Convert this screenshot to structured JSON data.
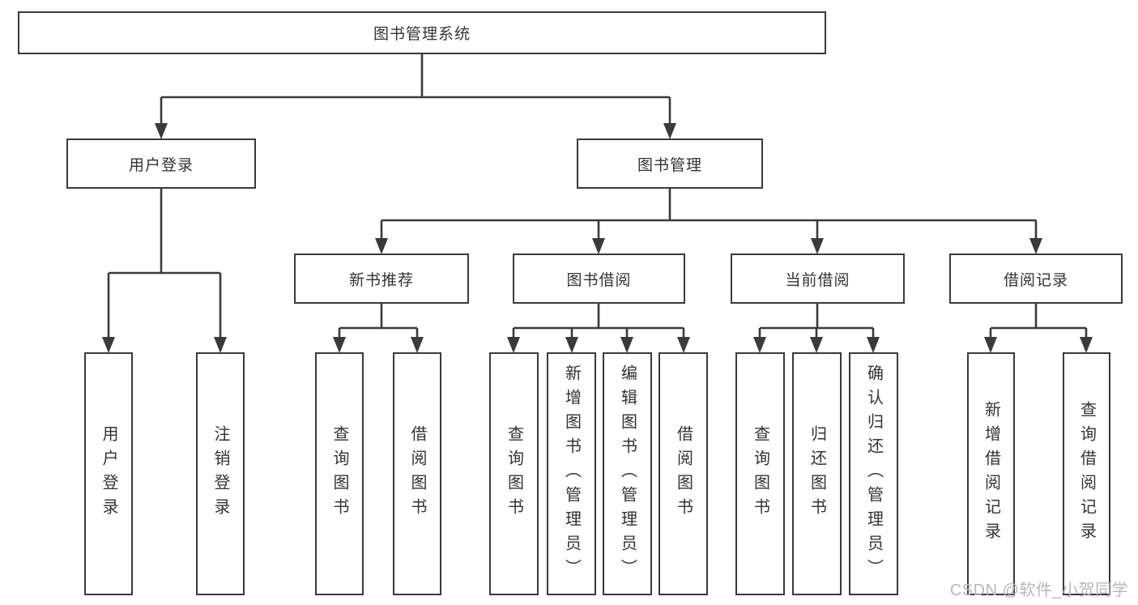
{
  "diagram": {
    "root": {
      "label": "图书管理系统"
    },
    "level2": [
      {
        "label": "用户登录"
      },
      {
        "label": "图书管理"
      }
    ],
    "level3": [
      {
        "label": "新书推荐"
      },
      {
        "label": "图书借阅"
      },
      {
        "label": "当前借阅"
      },
      {
        "label": "借阅记录"
      }
    ],
    "leaves": {
      "user_login": [
        "用户登录",
        "注销登录"
      ],
      "new_book": [
        "查询图书",
        "借阅图书"
      ],
      "book_borrow": [
        "查询图书",
        "新增图书（管理员）",
        "编辑图书（管理员）",
        "借阅图书"
      ],
      "current_borrow": [
        "查询图书",
        "归还图书",
        "确认归还（管理员）"
      ],
      "borrow_records": [
        "新增借阅记录",
        "查询借阅记录"
      ]
    }
  },
  "watermark": "CSDN @软件_小贺同学",
  "colors": {
    "line_color": "#383b3e",
    "border_color": "#383b3e",
    "text_color": "#333333",
    "watermark_color": "#b8b8b8",
    "background": "#ffffff"
  }
}
